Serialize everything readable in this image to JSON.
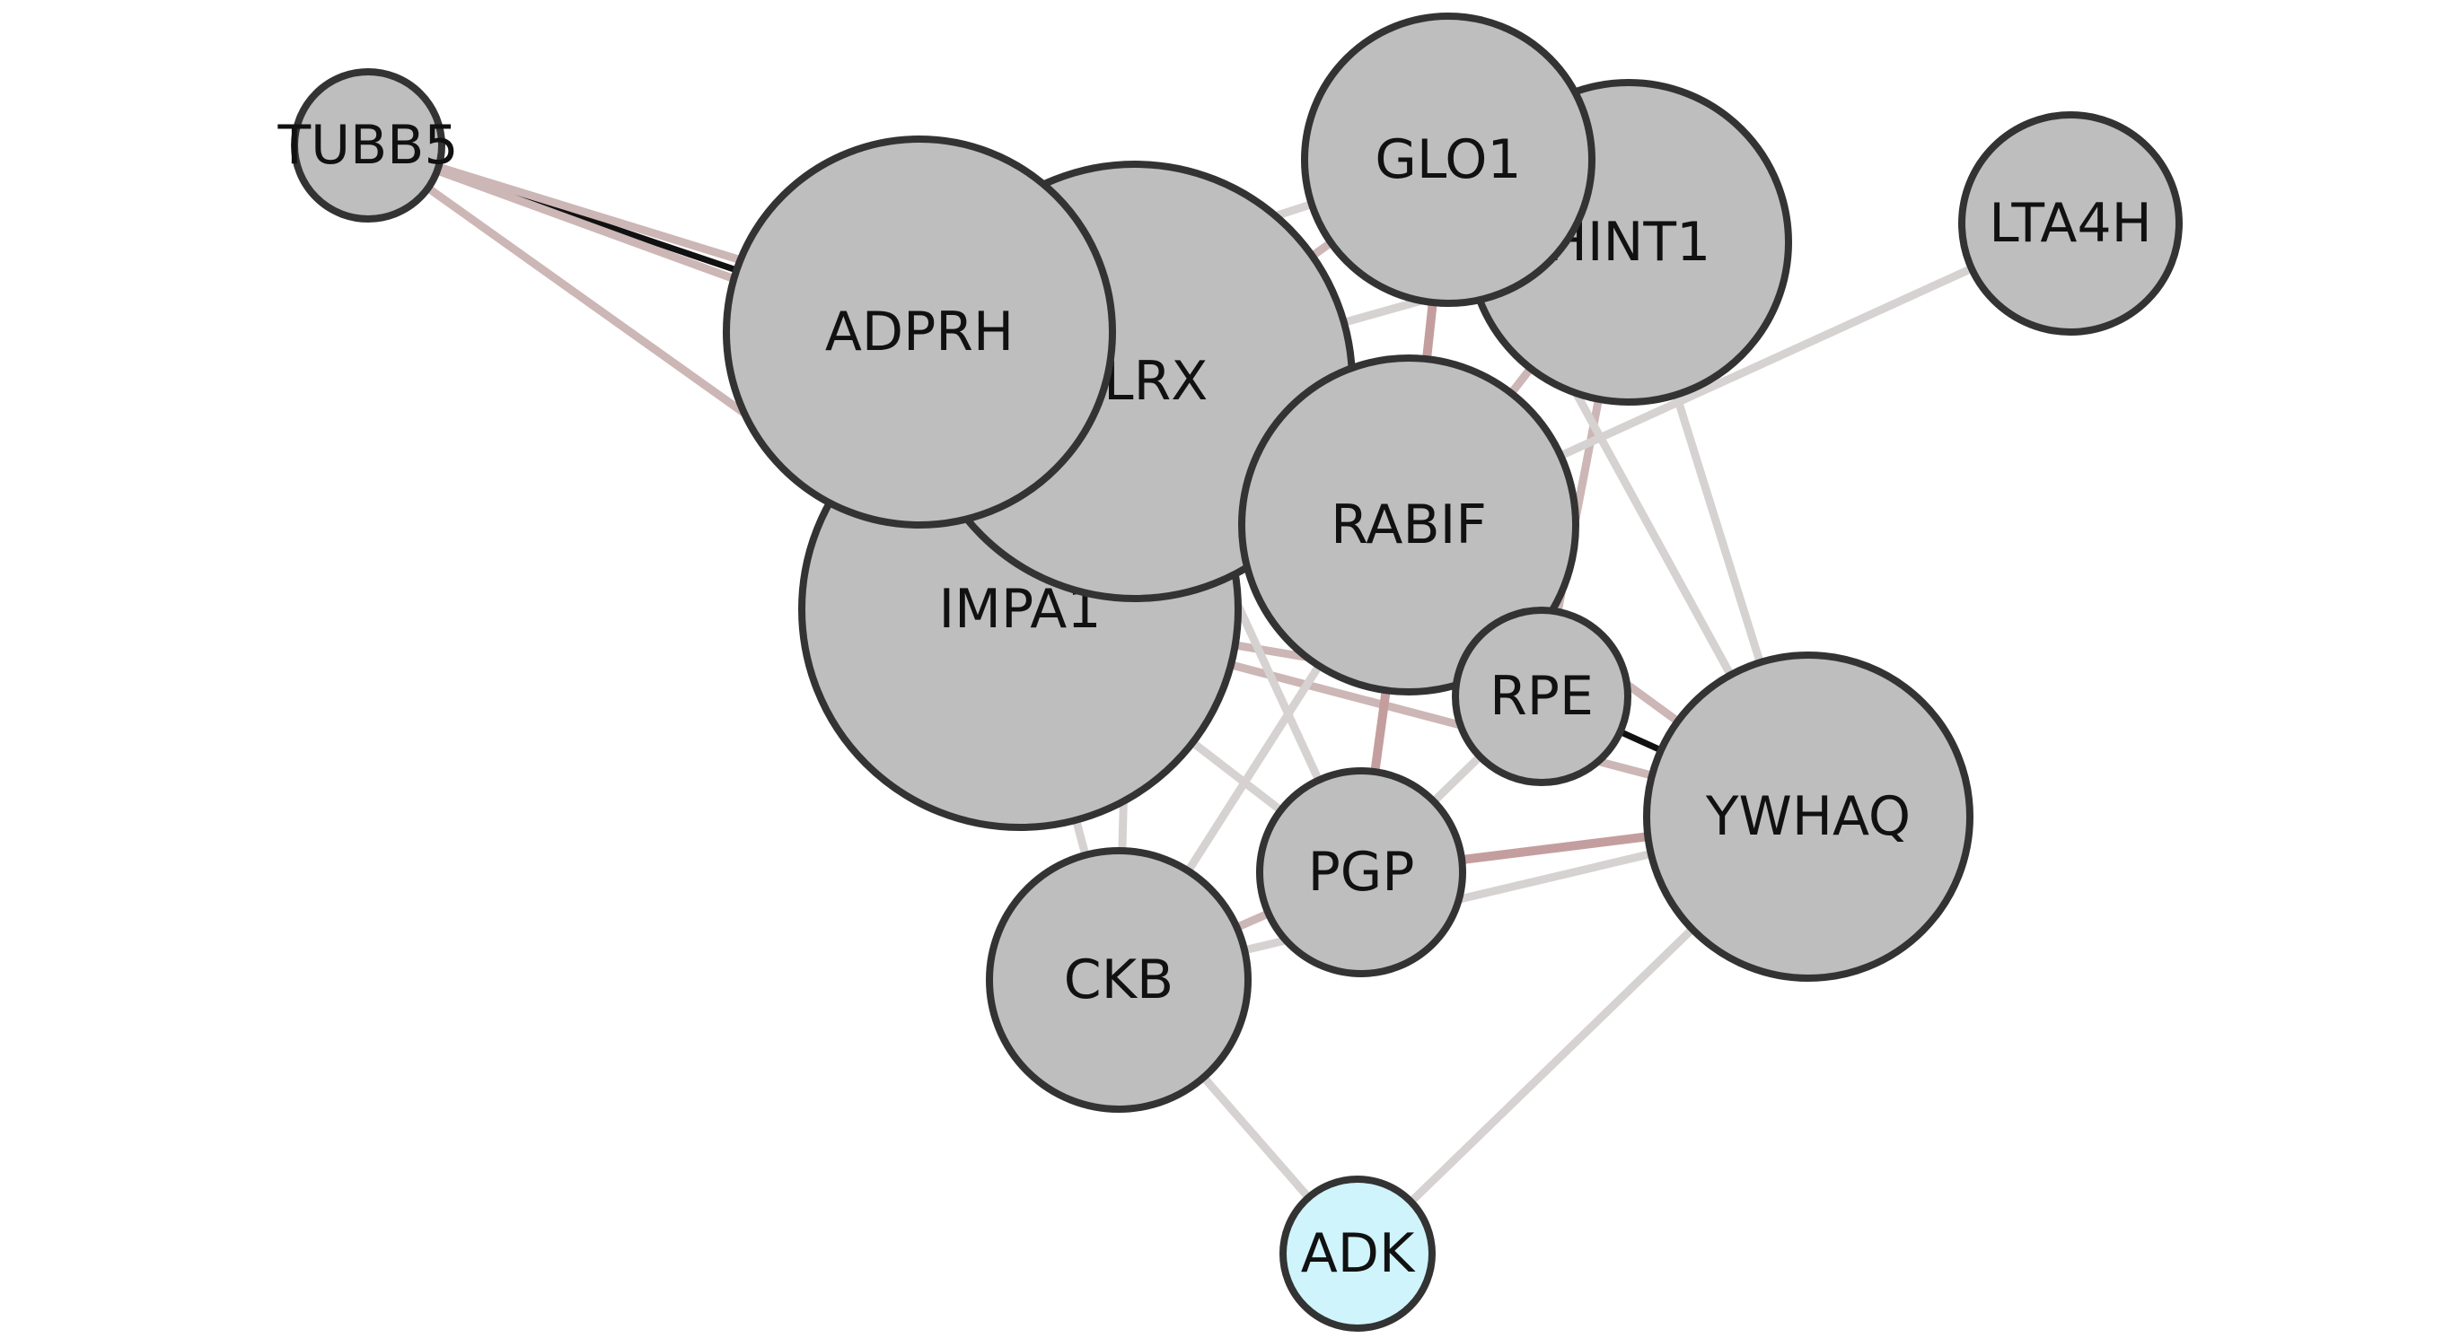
{
  "network": {
    "colors": {
      "node_fill": "#bebebe",
      "node_stroke": "#333333",
      "highlight_fill": "#cff4fb",
      "edge_light": "#d6d2d2",
      "edge_mid": "#ccb6b6",
      "edge_strong": "#c49e9e",
      "edge_black": "#111111"
    },
    "nodes": [
      {
        "id": "TUBB5",
        "label": "TUBB5",
        "highlight": false
      },
      {
        "id": "ADPRH",
        "label": "ADPRH",
        "highlight": false
      },
      {
        "id": "GLO1",
        "label": "GLO1",
        "highlight": false
      },
      {
        "id": "HINT1",
        "label": "HINT1",
        "highlight": false
      },
      {
        "id": "LTA4H",
        "label": "LTA4H",
        "highlight": false
      },
      {
        "id": "GLRX",
        "label": "GLRX",
        "highlight": false
      },
      {
        "id": "RABIF",
        "label": "RABIF",
        "highlight": false
      },
      {
        "id": "IMPA1",
        "label": "IMPA1",
        "highlight": false
      },
      {
        "id": "RPE",
        "label": "RPE",
        "highlight": false
      },
      {
        "id": "YWHAQ",
        "label": "YWHAQ",
        "highlight": false
      },
      {
        "id": "PGP",
        "label": "PGP",
        "highlight": false
      },
      {
        "id": "CKB",
        "label": "CKB",
        "highlight": false
      },
      {
        "id": "ADK",
        "label": "ADK",
        "highlight": true
      }
    ],
    "edges": [
      {
        "source": "TUBB5",
        "target": "ADPRH",
        "style": "black"
      },
      {
        "source": "TUBB5",
        "target": "GLRX",
        "style": "mid"
      },
      {
        "source": "TUBB5",
        "target": "IMPA1",
        "style": "mid"
      },
      {
        "source": "TUBB5",
        "target": "RABIF",
        "style": "mid"
      },
      {
        "source": "ADPRH",
        "target": "GLO1",
        "style": "light"
      },
      {
        "source": "GLRX",
        "target": "GLO1",
        "style": "mid"
      },
      {
        "source": "GLRX",
        "target": "HINT1",
        "style": "light"
      },
      {
        "source": "GLO1",
        "target": "RABIF",
        "style": "strong"
      },
      {
        "source": "HINT1",
        "target": "RABIF",
        "style": "mid"
      },
      {
        "source": "HINT1",
        "target": "RPE",
        "style": "mid"
      },
      {
        "source": "HINT1",
        "target": "YWHAQ",
        "style": "light"
      },
      {
        "source": "GLO1",
        "target": "YWHAQ",
        "style": "light"
      },
      {
        "source": "LTA4H",
        "target": "RABIF",
        "style": "light"
      },
      {
        "source": "IMPA1",
        "target": "RABIF",
        "style": "black"
      },
      {
        "source": "IMPA1",
        "target": "RPE",
        "style": "mid"
      },
      {
        "source": "IMPA1",
        "target": "YWHAQ",
        "style": "mid"
      },
      {
        "source": "IMPA1",
        "target": "PGP",
        "style": "light"
      },
      {
        "source": "IMPA1",
        "target": "CKB",
        "style": "light"
      },
      {
        "source": "GLRX",
        "target": "PGP",
        "style": "light"
      },
      {
        "source": "GLRX",
        "target": "CKB",
        "style": "light"
      },
      {
        "source": "RABIF",
        "target": "PGP",
        "style": "strong"
      },
      {
        "source": "RABIF",
        "target": "CKB",
        "style": "light"
      },
      {
        "source": "RABIF",
        "target": "YWHAQ",
        "style": "mid"
      },
      {
        "source": "RPE",
        "target": "YWHAQ",
        "style": "black"
      },
      {
        "source": "RPE",
        "target": "PGP",
        "style": "light"
      },
      {
        "source": "PGP",
        "target": "YWHAQ",
        "style": "strong"
      },
      {
        "source": "CKB",
        "target": "YWHAQ",
        "style": "light"
      },
      {
        "source": "CKB",
        "target": "PGP",
        "style": "mid"
      },
      {
        "source": "CKB",
        "target": "ADK",
        "style": "light"
      },
      {
        "source": "YWHAQ",
        "target": "ADK",
        "style": "light"
      }
    ]
  }
}
